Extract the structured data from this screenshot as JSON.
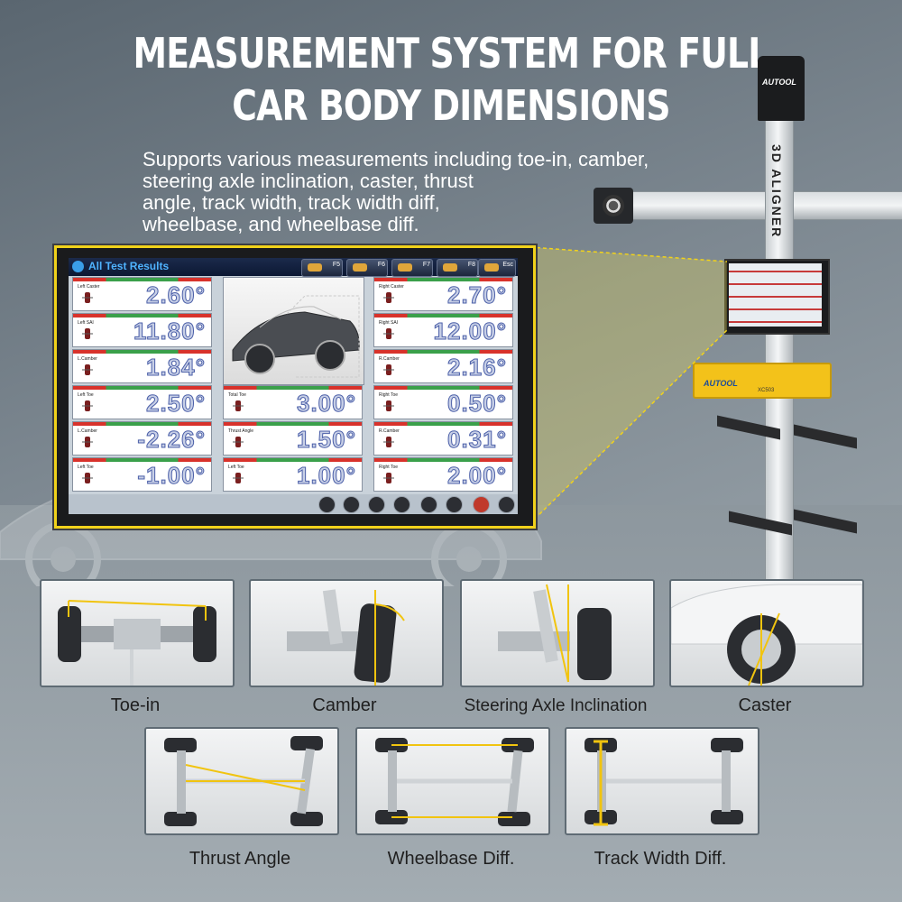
{
  "headline": {
    "line1": "MEASUREMENT SYSTEM FOR FULL",
    "line2": "CAR BODY DIMENSIONS"
  },
  "subtitle": {
    "line1": "Supports various measurements including toe-in, camber,",
    "line2": "steering axle inclination, caster, thrust",
    "line3": "angle, track width,  track width diff,",
    "line4": "wheelbase, and wheelbase diff."
  },
  "machine": {
    "brand": "AUTOOL",
    "pole_label": "3D ALIGNER",
    "tray_brand": "AUTOOL",
    "tray_model": "XC503"
  },
  "screen": {
    "title": "All Test Results",
    "function_keys": [
      "F5",
      "F6",
      "F7",
      "F8",
      "Esc"
    ],
    "results": [
      {
        "label": "Left Caster",
        "value": "2.60°"
      },
      {
        "label": "Right Caster",
        "value": "2.70°"
      },
      {
        "label": "Left SAI",
        "value": "11.80°"
      },
      {
        "label": "Right SAI",
        "value": "12.00°"
      },
      {
        "label": "L.Camber",
        "value": "1.84°"
      },
      {
        "label": "R.Camber",
        "value": "2.16°"
      },
      {
        "label": "Left Toe",
        "value": "2.50°"
      },
      {
        "label": "Total Toe",
        "value": "3.00°"
      },
      {
        "label": "Right Toe",
        "value": "0.50°"
      },
      {
        "label": "L.Camber",
        "value": "-2.26°"
      },
      {
        "label": "Thrust Angle",
        "value": "1.50°"
      },
      {
        "label": "R.Camber",
        "value": "0.31°"
      },
      {
        "label": "Left Toe",
        "value": "-1.00°"
      },
      {
        "label": "Left Toe",
        "value": "1.00°"
      },
      {
        "label": "Right Toe",
        "value": "2.00°"
      }
    ],
    "bottom_icons": [
      "tools-icon",
      "user-icon",
      "refresh-icon",
      "home-icon",
      "print-icon",
      "settings-icon",
      "power-icon",
      "play-icon"
    ]
  },
  "panels": [
    {
      "caption": "Toe-in"
    },
    {
      "caption": "Camber"
    },
    {
      "caption": "Steering Axle Inclination"
    },
    {
      "caption": "Caster"
    },
    {
      "caption": "Thrust Angle"
    },
    {
      "caption": "Wheelbase Diff."
    },
    {
      "caption": "Track Width Diff."
    }
  ],
  "colors": {
    "accent_yellow": "#f1d21b",
    "gauge_red": "#d8322b",
    "gauge_green": "#3aa04a",
    "value_blue": "#4b5fa8"
  }
}
